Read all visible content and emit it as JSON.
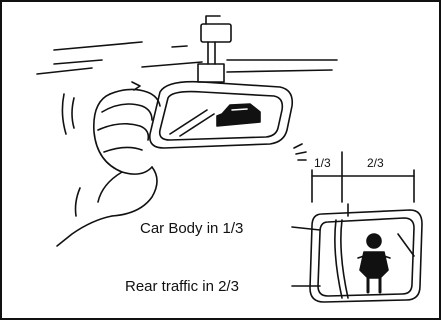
{
  "diagram": {
    "dimension_labels": {
      "one_third": "1/3",
      "two_thirds": "2/3"
    },
    "callouts": {
      "car_body": "Car Body in 1/3",
      "rear_traffic": "Rear traffic in 2/3"
    },
    "colors": {
      "ink": "#111111",
      "background": "#ffffff"
    }
  }
}
